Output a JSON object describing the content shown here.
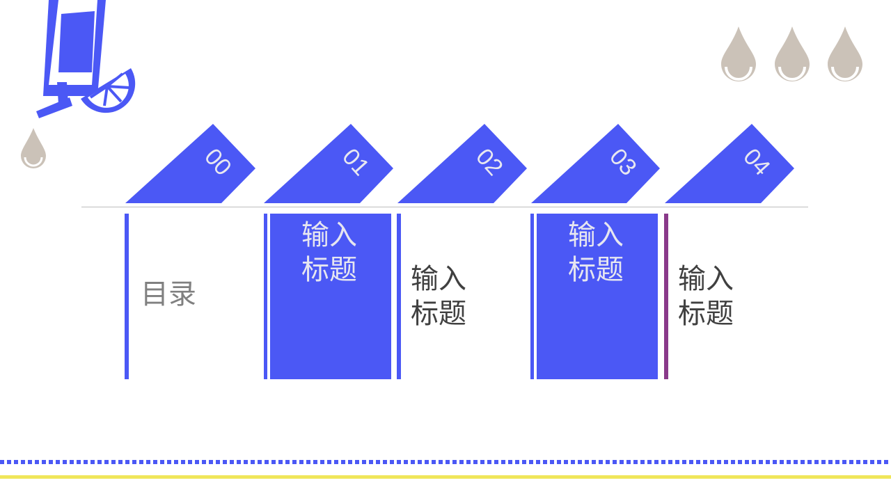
{
  "colors": {
    "accent": "#4b58f5",
    "drop": "#cbc2b8",
    "line": "#bdbdbd",
    "yellow": "#f0e65a",
    "text_dark": "#404040",
    "text_gray": "#808080",
    "text_light": "#e6e6f0"
  },
  "tabs": [
    {
      "number": "00"
    },
    {
      "number": "01"
    },
    {
      "number": "02"
    },
    {
      "number": "03"
    },
    {
      "number": "04"
    }
  ],
  "sections": [
    {
      "title": "目录"
    },
    {
      "title_line1": "输入",
      "title_line2": "标题"
    },
    {
      "title_line1": "输入",
      "title_line2": "标题"
    },
    {
      "title_line1": "输入",
      "title_line2": "标题"
    },
    {
      "title_line1": "输入",
      "title_line2": "标题"
    }
  ],
  "icons": {
    "top_left": "glass-with-lemon-icon",
    "drops": "water-drop-icon"
  }
}
